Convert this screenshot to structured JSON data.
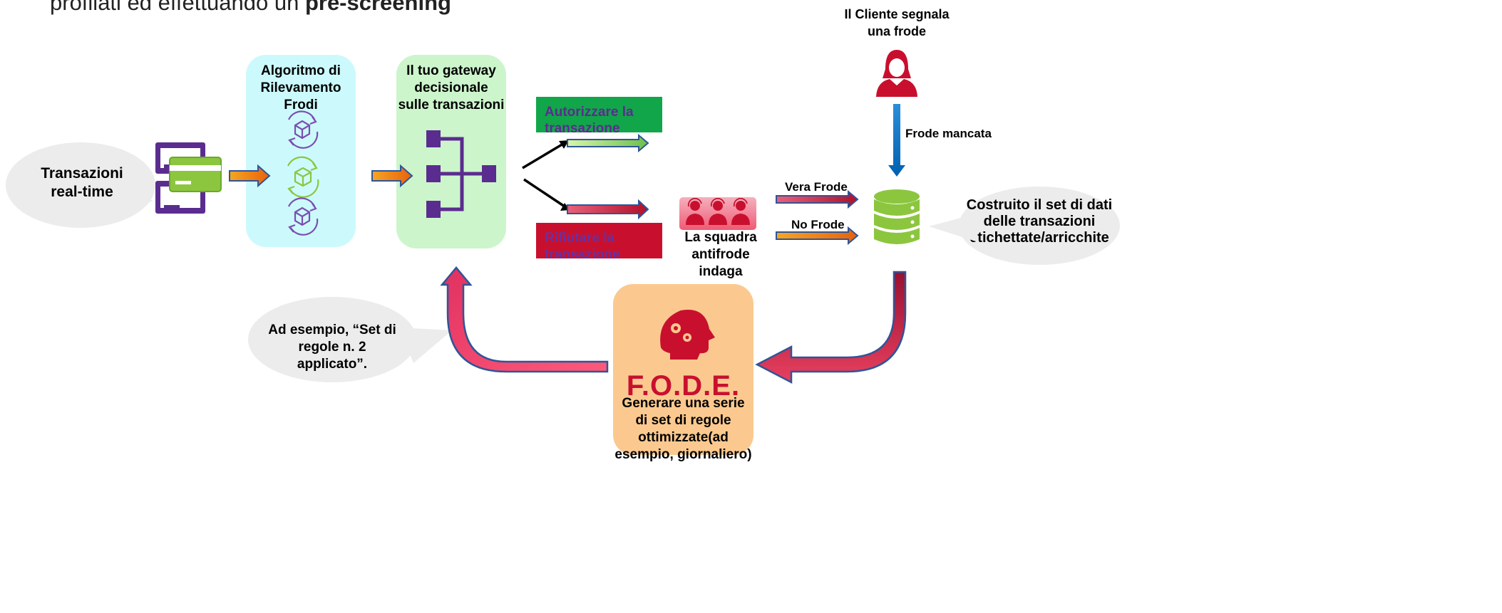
{
  "heading": {
    "prefix": "profilati ed effettuando un ",
    "bold": "pre-screening"
  },
  "nodes": {
    "transactions_bubble": "Transazioni real-time",
    "algorithm": "Algoritmo di Rilevamento Frodi",
    "gateway": "Il tuo gateway decisionale sulle transazioni",
    "authorize": "Autorizzare la transazione",
    "reject": "Rifiutare la transazione",
    "team": "La squadra antifrode indaga",
    "customer": "Il Cliente segnala una frode",
    "missed_fraud": "Frode mancata",
    "true_fraud": "Vera Frode",
    "no_fraud": "No Frode",
    "dataset_bubble": "Costruito il set di dati delle transazioni etichettate/arricchite",
    "example_bubble": "Ad esempio, “Set di regole n. 2 applicato”.",
    "fode_title": "F.O.D.E.",
    "fode_desc": "Generare una serie di set di regole ottimizzate(ad esempio, giornaliero)"
  },
  "colors": {
    "purple": "#5b2c8f",
    "green_panel": "#ccf5cc",
    "cyan_panel": "#ccfafc",
    "authorize_green": "#12a64a",
    "reject_red": "#c8102e",
    "fode_orange": "#fbc98f",
    "dataset_green": "#8cc63f",
    "arrow_orange": "#f39c12",
    "arrow_blue": "#0070c0"
  }
}
